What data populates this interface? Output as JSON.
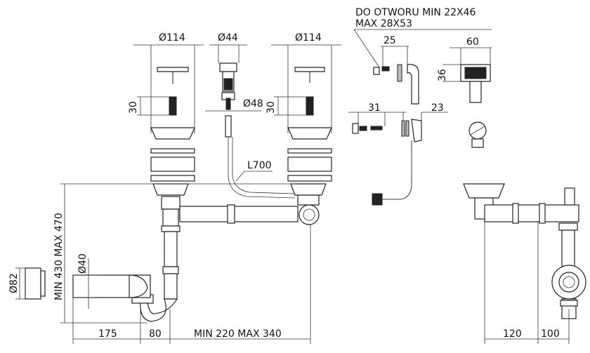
{
  "labels": {
    "note_line1": "DO OTWORU MIN 22X46",
    "note_line2": "MAX 28X53",
    "d114_left": "Ø114",
    "d44": "Ø44",
    "d114_right": "Ø114",
    "d48": "Ø48",
    "h30_left": "30",
    "h30_right": "30",
    "l700": "L700",
    "w25": "25",
    "w60": "60",
    "h36": "36",
    "w31": "31",
    "w23": "23",
    "d40": "Ø40",
    "d82": "Ø82",
    "height_range": "MIN 430 MAX 470",
    "w175": "175",
    "w80": "80",
    "width_range": "MIN 220 MAX 340",
    "w120": "120",
    "w100": "100"
  }
}
